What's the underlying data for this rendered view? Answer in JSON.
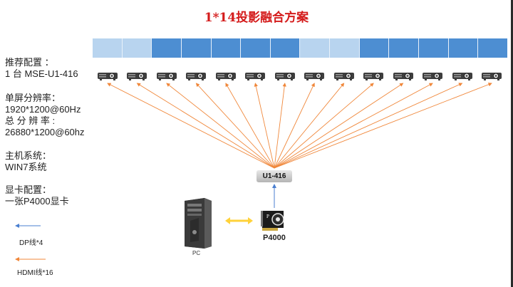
{
  "title": "1*14投影融合方案",
  "screen": {
    "segments": [
      "light",
      "light",
      "dark",
      "dark",
      "dark",
      "dark",
      "dark",
      "light",
      "light",
      "dark",
      "dark",
      "dark",
      "dark",
      "dark"
    ],
    "colors": {
      "light": "#b8d4ef",
      "dark": "#4d8ed2"
    }
  },
  "info": {
    "recommend_title": "推荐配置 ：",
    "recommend_value": "1 台 MSE-U1-416",
    "single_res_title": "单屏分辨率：",
    "single_res_value": "1920*1200@60Hz",
    "total_res_title": "总 分 辨 率 :",
    "total_res_value": "26880*1200@60hz",
    "host_title": "主机系统：",
    "host_value": "WIN7系统",
    "gpu_title": "显卡配置：",
    "gpu_value": "一张P4000显卡"
  },
  "projectors": {
    "count": 14,
    "icon": "projector-icon"
  },
  "hub_label": "U1-416",
  "pc_label": "PC",
  "gpu_label": "P4000",
  "gpu_card_mark": "P",
  "legend": {
    "dp_label": "DP线*4",
    "hdmi_label": "HDMI线*16",
    "dp_color": "#4a7fd0",
    "hdmi_color": "#f0873a"
  },
  "link_color": "#ffd23a"
}
